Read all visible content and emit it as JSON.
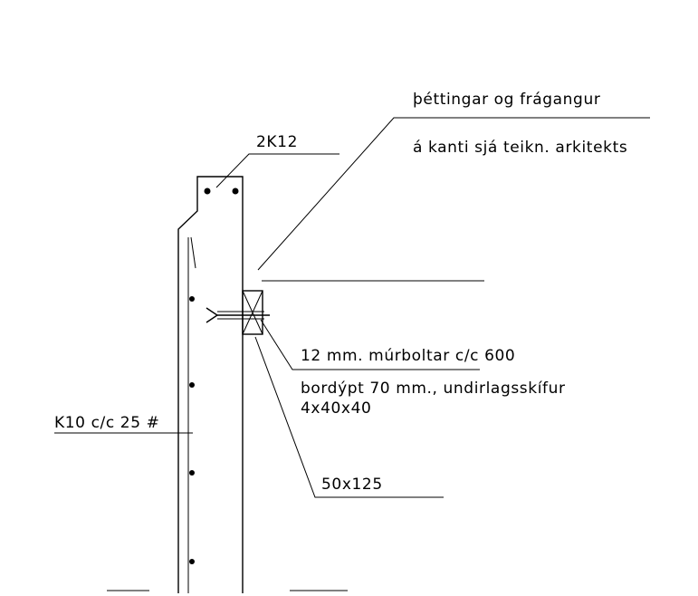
{
  "labels": {
    "sealing_line1": "þéttingar og frágangur",
    "sealing_line2": "á kanti sjá teikn. arkitekts",
    "top_rebar": "2K12",
    "bolts": "12 mm. múrboltar c/c 600",
    "plate_line1": "bordýpt 70 mm., undirlagsskífur",
    "plate_line2": "4x40x40",
    "side_rebar": "K10 c/c 25 #",
    "timber": "50x125"
  }
}
